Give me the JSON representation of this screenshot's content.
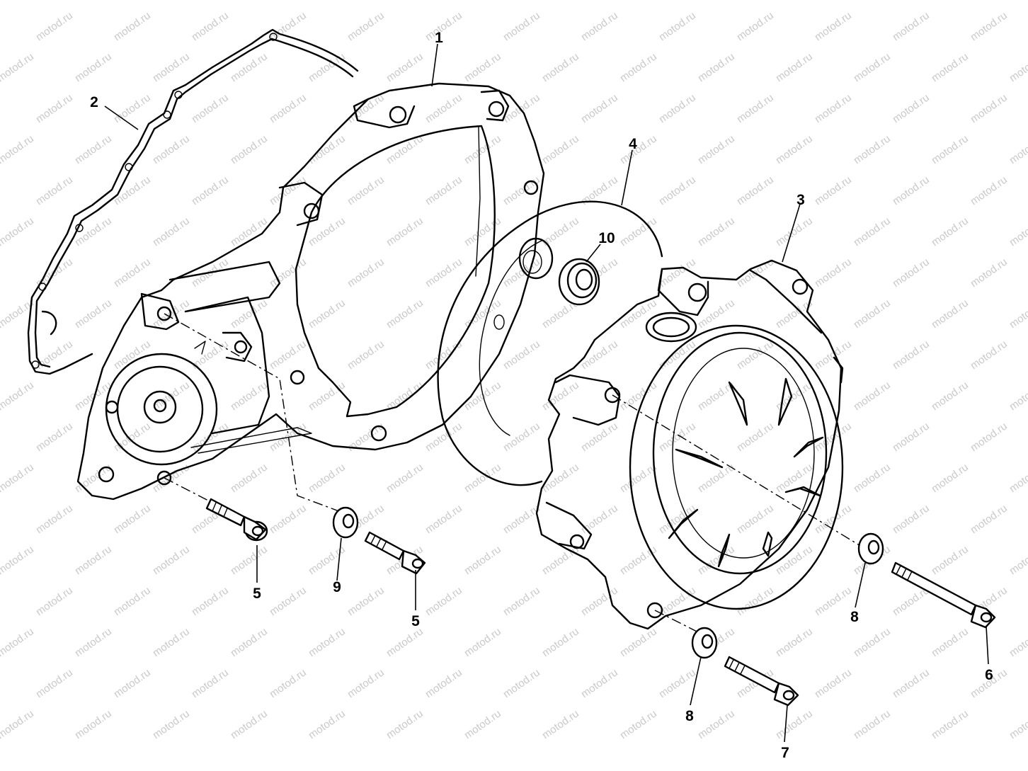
{
  "watermark": {
    "text": "motod.ru",
    "color": "#c9c9c9"
  },
  "line_color": "#000000",
  "background": "#ffffff",
  "callouts": {
    "c1": "1",
    "c2": "2",
    "c3": "3",
    "c4": "4",
    "c5a": "5",
    "c5b": "5",
    "c6": "6",
    "c7": "7",
    "c8a": "8",
    "c8b": "8",
    "c9": "9",
    "c10": "10"
  }
}
